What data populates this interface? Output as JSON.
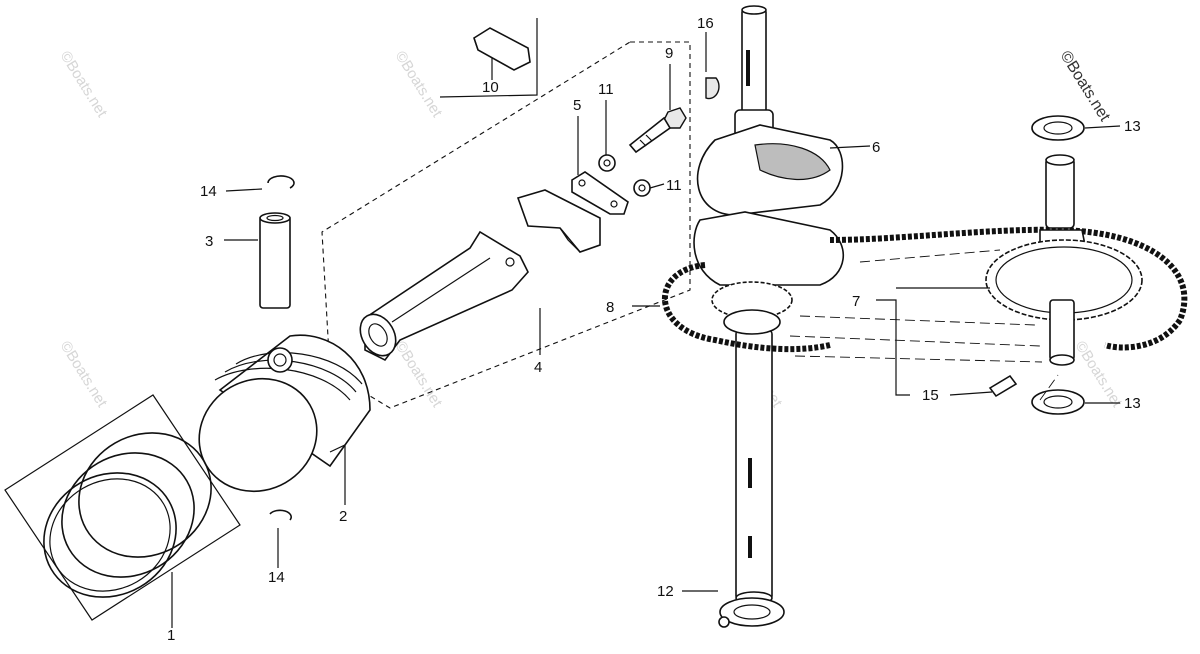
{
  "watermark": "©Boats.net",
  "callouts": [
    "1",
    "2",
    "3",
    "4",
    "5",
    "6",
    "7",
    "8",
    "9",
    "10",
    "11",
    "11",
    "12",
    "13",
    "13",
    "14",
    "14",
    "15",
    "16"
  ]
}
